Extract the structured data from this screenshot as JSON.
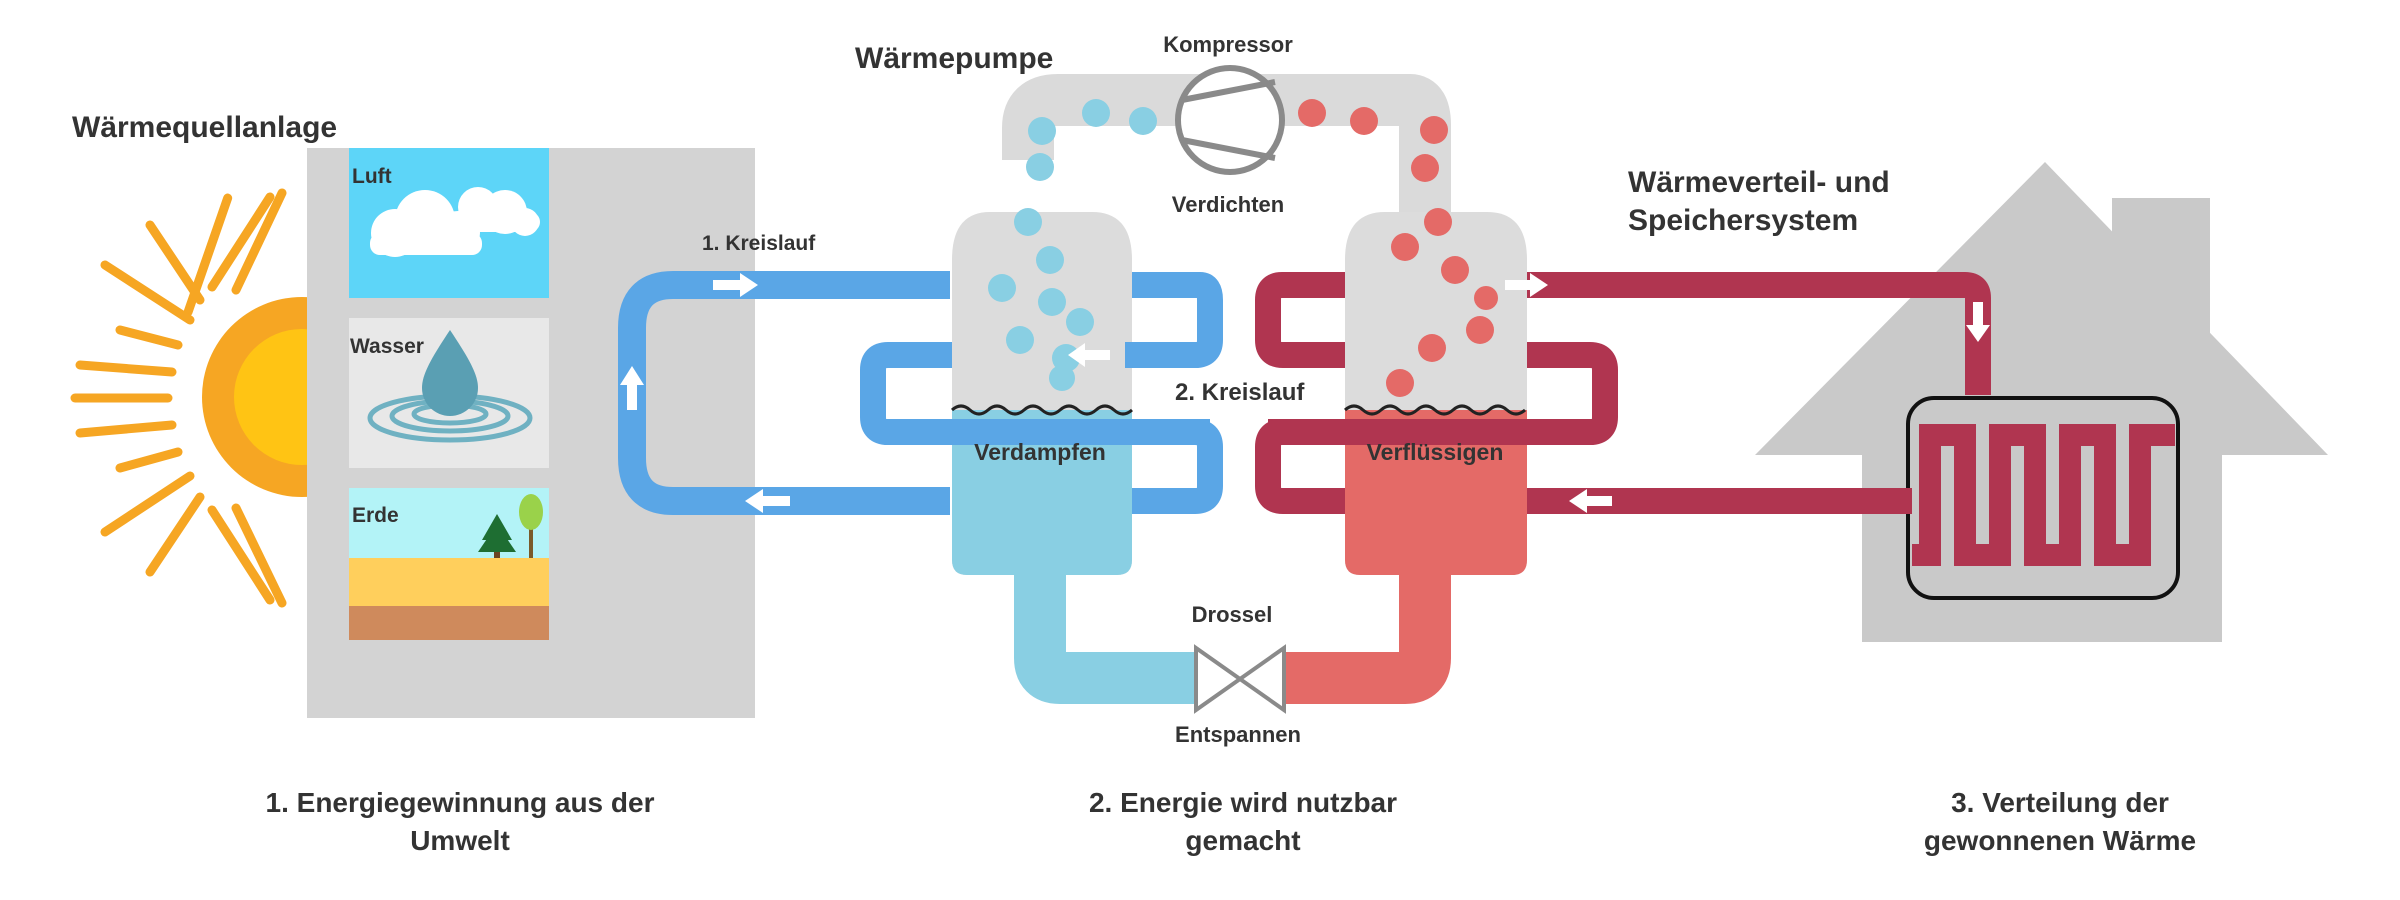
{
  "title": "Wärmepumpe",
  "sections": {
    "source": {
      "label": "Wärmequellanlage",
      "panels": [
        {
          "label": "Luft"
        },
        {
          "label": "Wasser"
        },
        {
          "label": "Erde"
        }
      ]
    },
    "distribution": {
      "label_line1": "Wärmeverteil- und",
      "label_line2": "Speichersystem"
    }
  },
  "circuits": {
    "first": "1. Kreislauf",
    "second": "2. Kreislauf"
  },
  "components": {
    "compressor": "Kompressor",
    "compress_action": "Verdichten",
    "throttle": "Drossel",
    "expand_action": "Entspannen",
    "evaporator": "Verdampfen",
    "condenser": "Verflüssigen"
  },
  "steps": [
    {
      "line1": "1. Energiegewinnung aus der",
      "line2": "Umwelt"
    },
    {
      "line1": "2. Energie wird nutzbar",
      "line2": "gemacht"
    },
    {
      "line1": "3. Verteilung der",
      "line2": "gewonnenen Wärme"
    }
  ],
  "colors": {
    "cold_loop": "#5aa6e6",
    "hot_loop": "#b03550",
    "cold_fluid": "#89cfe3",
    "hot_fluid": "#e46a67",
    "tank": "#dcdcdc",
    "house": "#c9c9c9",
    "sun": "#f6a623"
  },
  "icons": [
    "sun-icon",
    "cloud-icon",
    "water-drop-icon",
    "tree-icon",
    "compressor-icon",
    "valve-icon",
    "house-icon",
    "arrow-icon"
  ]
}
